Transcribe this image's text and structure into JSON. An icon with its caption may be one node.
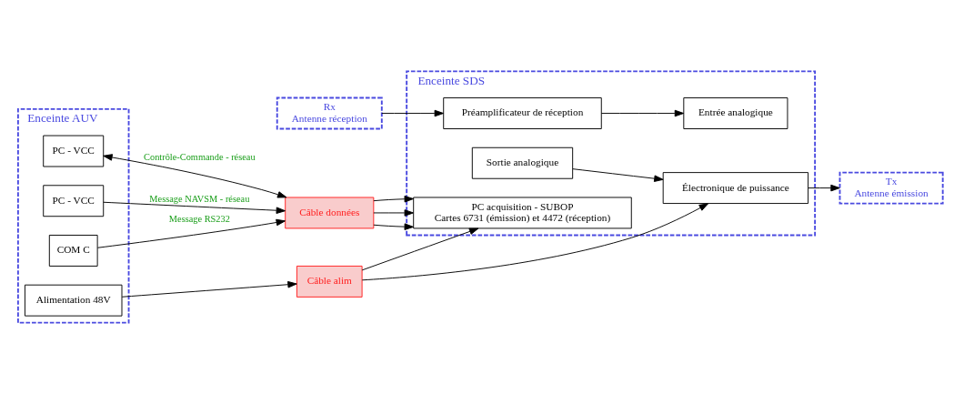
{
  "diagram": {
    "nodes": [
      {
        "text": [
          "Enceinte AUV"
        ]
      },
      {
        "text": [
          "PC - VCC"
        ],
        "in": 0
      },
      {
        "text": [
          "PC - VCC"
        ],
        "in": 0
      },
      {
        "text": [
          "COM C"
        ],
        "in": 0
      },
      {
        "text": [
          "Alimentation 48V"
        ],
        "in": 0
      },
      {
        "text": [
          "Câble données"
        ]
      },
      {
        "text": [
          "Câble alim"
        ]
      },
      {
        "text": [
          "Enceinte SDS"
        ]
      },
      {
        "text": [
          "PC acquisition - SUBOP",
          "Cartes 6731 (émission) et 4472 (réception)"
        ],
        "in": 7
      },
      {
        "text": [
          "Sortie analogique"
        ],
        "in": 7
      },
      {
        "text": [
          "Entrée analogique"
        ],
        "in": 7
      },
      {
        "text": [
          "Électronique de puissance"
        ],
        "in": 7
      },
      {
        "text": [
          "Préamplificateur de réception"
        ],
        "in": 7
      },
      {
        "text": [
          "Tx",
          "Antenne émission"
        ]
      },
      {
        "text": [
          "Rx",
          "Antenne réception"
        ]
      }
    ],
    "edges": [
      {
        "from": 1,
        "to": 5,
        "arrow": "to",
        "label": "Message NAVSM - réseau"
      },
      {
        "from": 5,
        "to": 2,
        "arrow": "both",
        "label": "Contrôle-Commande - réseau"
      },
      {
        "from": 3,
        "to": 5,
        "arrow": "to",
        "label": "Message RS232"
      },
      {
        "from": 4,
        "to": 6,
        "arrow": "to"
      },
      {
        "from": 5,
        "to": 8,
        "arrow": "to"
      },
      {
        "from": 5,
        "to": 8,
        "arrow": "to"
      },
      {
        "from": 5,
        "to": 8,
        "arrow": "to"
      },
      {
        "from": 6,
        "to": 8,
        "arrow": "to"
      },
      {
        "from": 6,
        "to": 11,
        "arrow": "to"
      },
      {
        "from": 9,
        "to": 11,
        "arrow": "to"
      },
      {
        "from": 12,
        "to": 10,
        "arrow": "to"
      },
      {
        "from": 11,
        "to": 13,
        "arrow": "to"
      },
      {
        "from": 14,
        "to": 12,
        "arrow": "to"
      }
    ]
  }
}
